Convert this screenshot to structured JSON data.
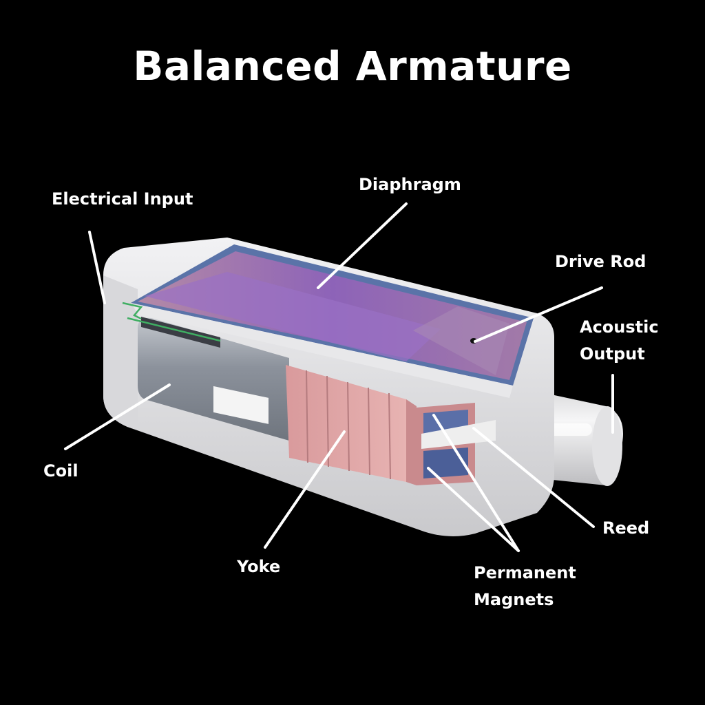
{
  "title": "Balanced Armature",
  "labels": {
    "electrical_input": "Electrical Input",
    "diaphragm": "Diaphragm",
    "drive_rod": "Drive Rod",
    "acoustic_output_1": "Acoustic",
    "acoustic_output_2": "Output",
    "coil": "Coil",
    "yoke": "Yoke",
    "reed": "Reed",
    "permanent_magnets_1": "Permanent",
    "permanent_magnets_2": "Magnets"
  },
  "colors": {
    "background": "#000000",
    "text": "#ffffff",
    "housing": "#e6e6e8",
    "diaphragm": "#8d63b8",
    "yoke": "#d8a0a0",
    "coil": "#8c929c",
    "magnet": "#5a6fa8",
    "wire": "#3fae62"
  }
}
